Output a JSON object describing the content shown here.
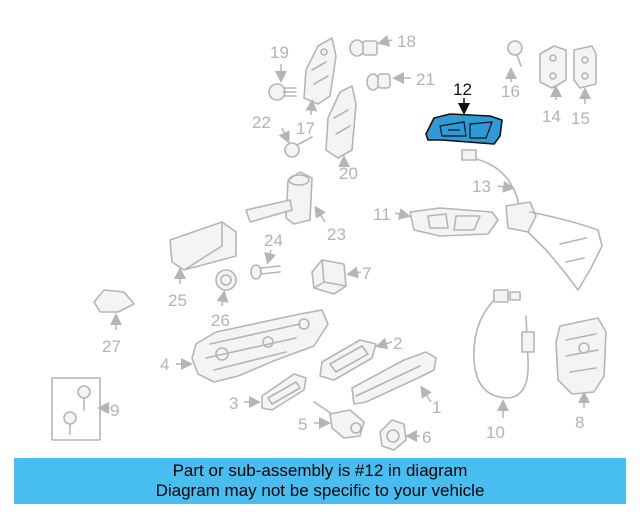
{
  "diagram": {
    "highlight_color": "#2f9bd6",
    "banner_color": "#47bdf0",
    "callouts": {
      "c1": "1",
      "c2": "2",
      "c3": "3",
      "c4": "4",
      "c5": "5",
      "c6": "6",
      "c7": "7",
      "c8": "8",
      "c9": "9",
      "c10": "10",
      "c11": "11",
      "c12": "12",
      "c13": "13",
      "c14": "14",
      "c15": "15",
      "c16": "16",
      "c17": "17",
      "c18": "18",
      "c19": "19",
      "c20": "20",
      "c21": "21",
      "c22": "22",
      "c23": "23",
      "c24": "24",
      "c25": "25",
      "c26": "26",
      "c27": "27"
    }
  },
  "banner": {
    "line1": "Part or sub-assembly is #12 in diagram",
    "line2": "Diagram may not be specific to your vehicle"
  }
}
